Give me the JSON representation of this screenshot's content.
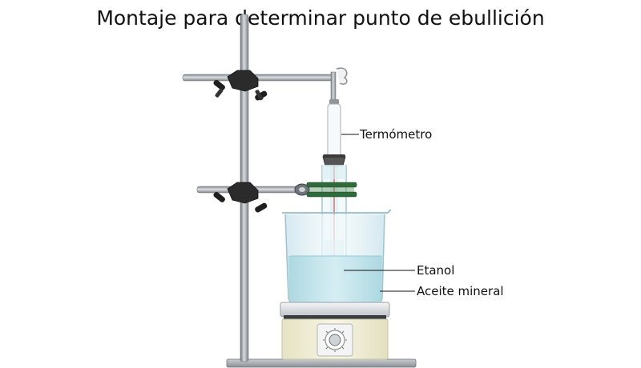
{
  "title": "Montaje para determinar punto de ebullición",
  "labels": {
    "thermometer": "Termómetro",
    "ethanol": "Etanol",
    "mineral_oil": "Aceite mineral"
  },
  "colors": {
    "metal": "#9aa0a6",
    "clamp": "#2b2b2b",
    "oil": "#bfe3ea",
    "glass": "#e6f3f7",
    "ring_band": "#2f6b3a",
    "thermometer_liquid": "#b3262b",
    "hotplate_body": "#f3f0d7"
  }
}
